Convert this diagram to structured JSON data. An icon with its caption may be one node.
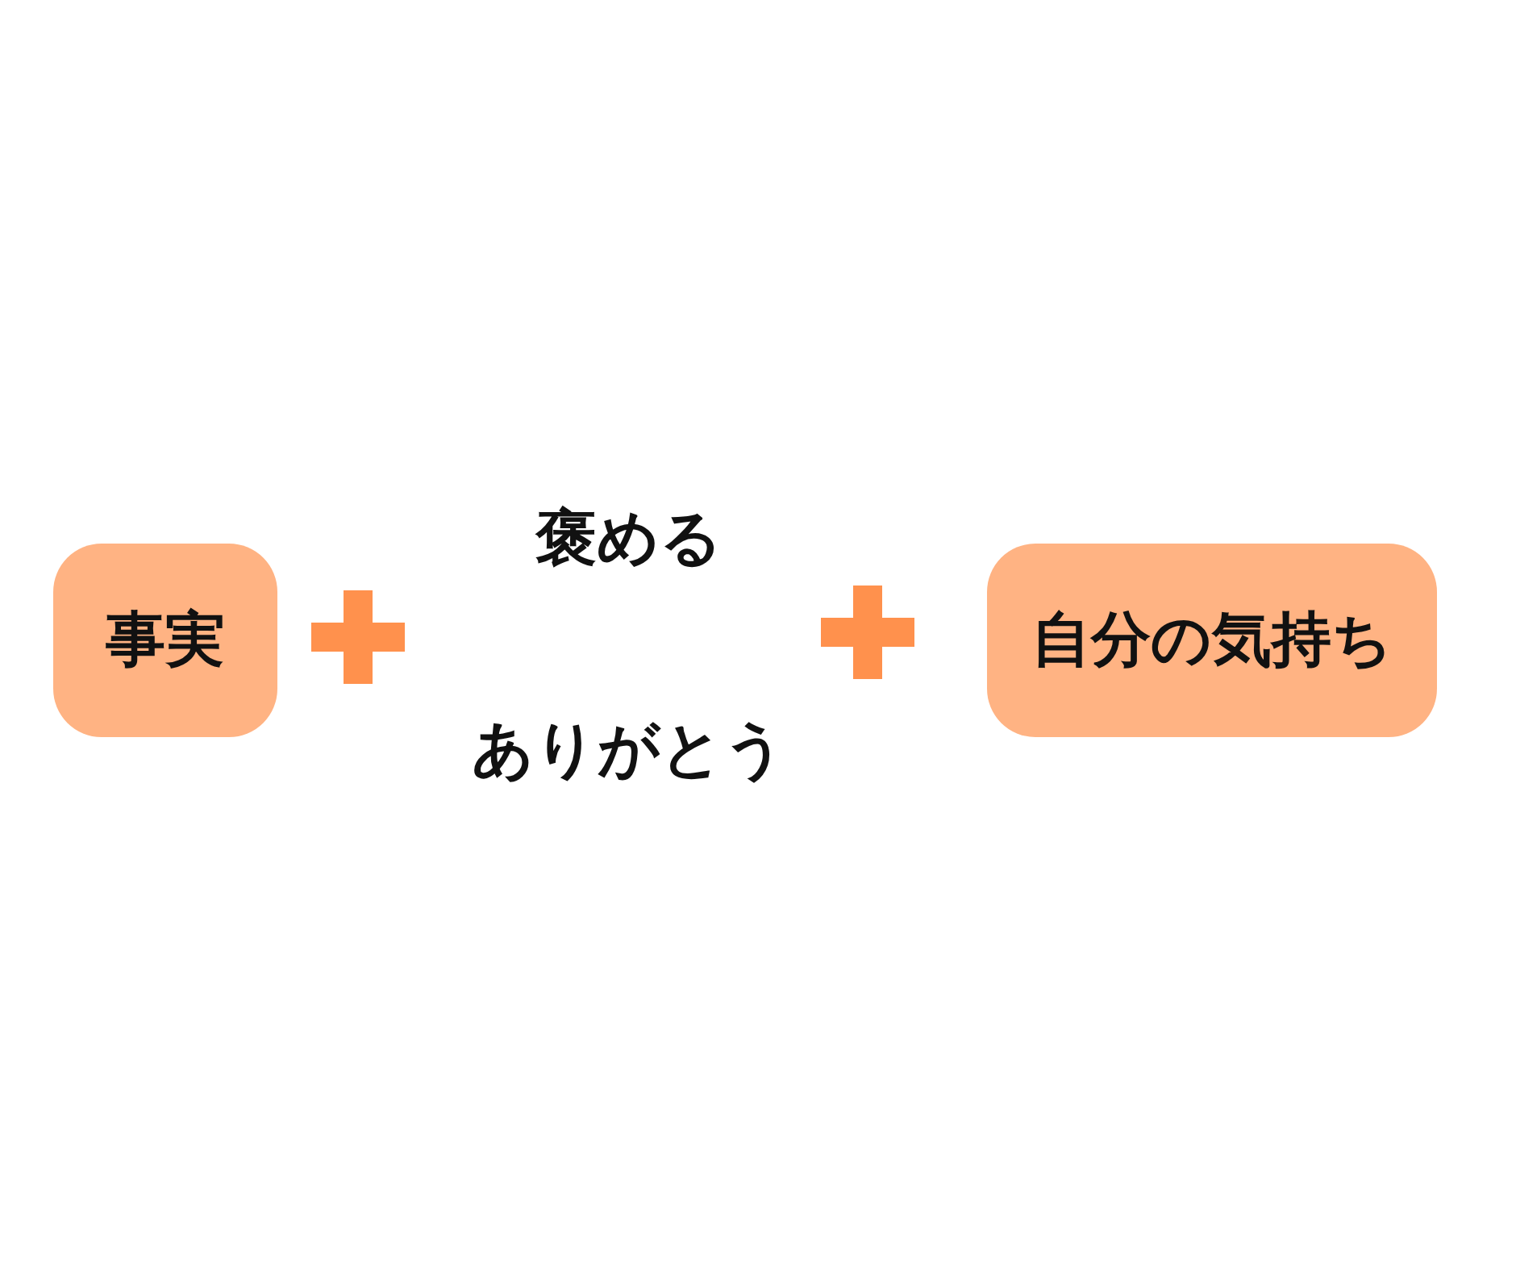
{
  "diagram": {
    "nodes": [
      {
        "text": [
          "事実"
        ]
      },
      {
        "text": [
          "自分の気持ち"
        ]
      }
    ],
    "labels": [
      "褒める",
      "ありがとう"
    ]
  }
}
